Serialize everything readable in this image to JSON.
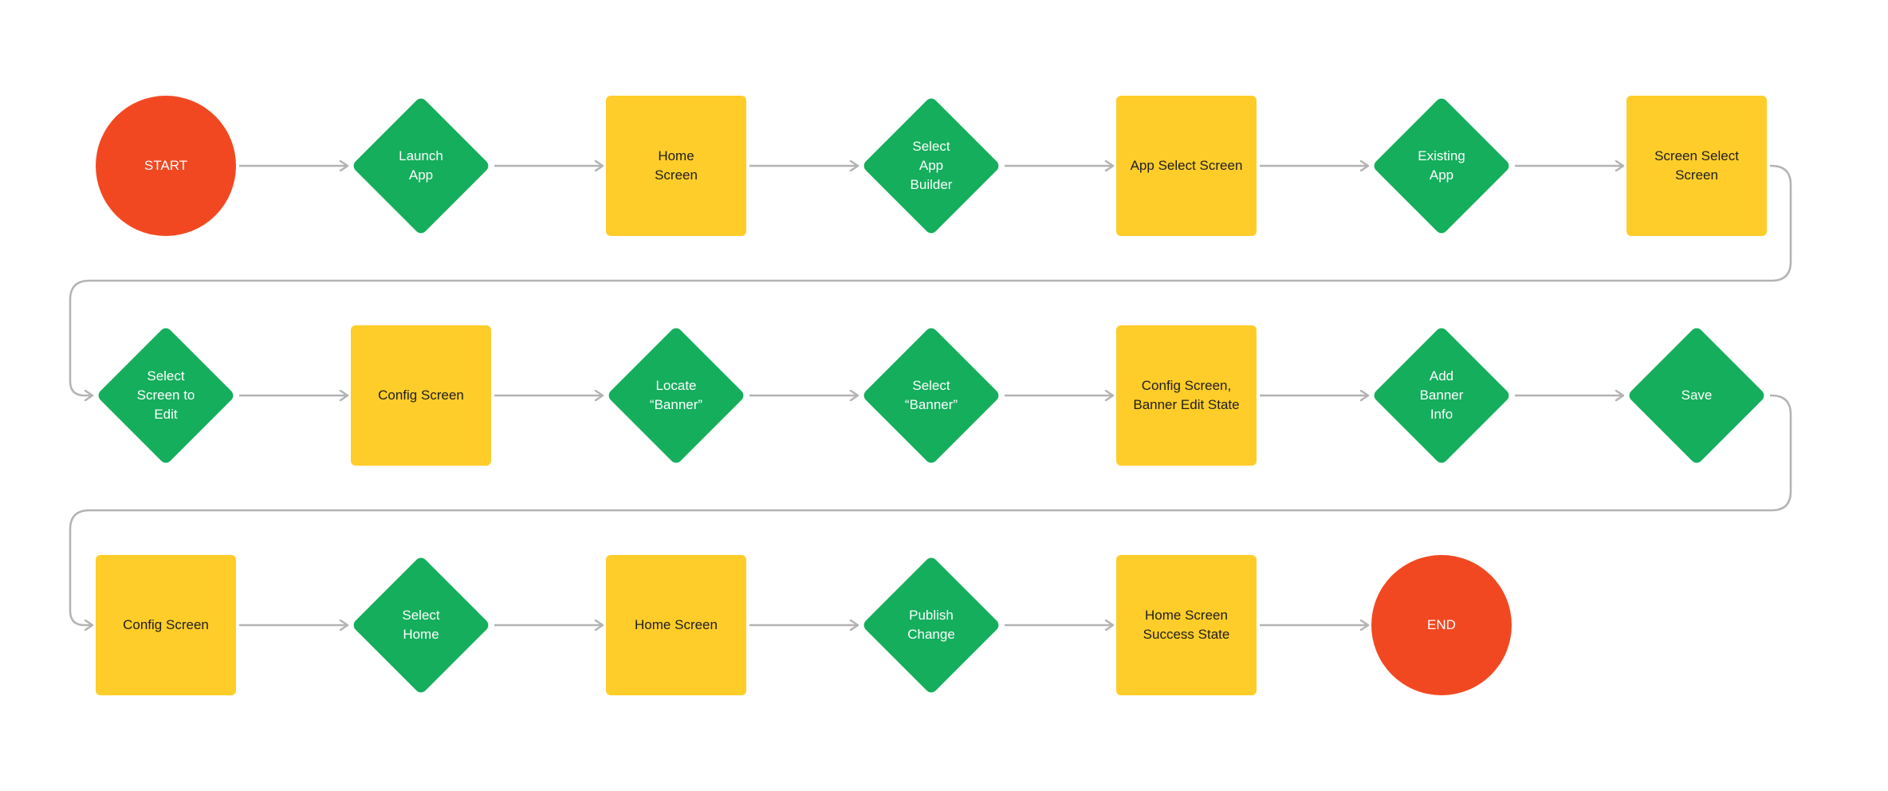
{
  "colors": {
    "terminal": "#F24822",
    "decision": "#14AE5C",
    "process": "#FFCD29",
    "connector": "#B3B3B3",
    "light_text": "#FFFFFF",
    "dark_text": "#1E1E1E"
  },
  "rows": [
    [
      {
        "id": "start",
        "type": "terminal",
        "label": "START"
      },
      {
        "id": "launch-app",
        "type": "decision",
        "label": "Launch\nApp"
      },
      {
        "id": "home-screen-1",
        "type": "process",
        "label": "Home\nScreen"
      },
      {
        "id": "select-app-builder",
        "type": "decision",
        "label": "Select\nApp\nBuilder"
      },
      {
        "id": "app-select-screen",
        "type": "process",
        "label": "App Select Screen"
      },
      {
        "id": "existing-app",
        "type": "decision",
        "label": "Existing\nApp"
      },
      {
        "id": "screen-select-screen",
        "type": "process",
        "label": "Screen Select\nScreen"
      }
    ],
    [
      {
        "id": "select-screen-to-edit",
        "type": "decision",
        "label": "Select\nScreen to\nEdit"
      },
      {
        "id": "config-screen-1",
        "type": "process",
        "label": "Config Screen"
      },
      {
        "id": "locate-banner",
        "type": "decision",
        "label": "Locate\n“Banner”"
      },
      {
        "id": "select-banner",
        "type": "decision",
        "label": "Select\n“Banner”"
      },
      {
        "id": "config-screen-banner-edit",
        "type": "process",
        "label": "Config Screen,\nBanner Edit State"
      },
      {
        "id": "add-banner-info",
        "type": "decision",
        "label": "Add\nBanner\nInfo"
      },
      {
        "id": "save",
        "type": "decision",
        "label": "Save"
      }
    ],
    [
      {
        "id": "config-screen-2",
        "type": "process",
        "label": "Config Screen"
      },
      {
        "id": "select-home",
        "type": "decision",
        "label": "Select\nHome"
      },
      {
        "id": "home-screen-2",
        "type": "process",
        "label": "Home Screen"
      },
      {
        "id": "publish-change",
        "type": "decision",
        "label": "Publish\nChange"
      },
      {
        "id": "home-screen-success",
        "type": "process",
        "label": "Home Screen\nSuccess State"
      },
      {
        "id": "end",
        "type": "terminal",
        "label": "END"
      }
    ]
  ]
}
